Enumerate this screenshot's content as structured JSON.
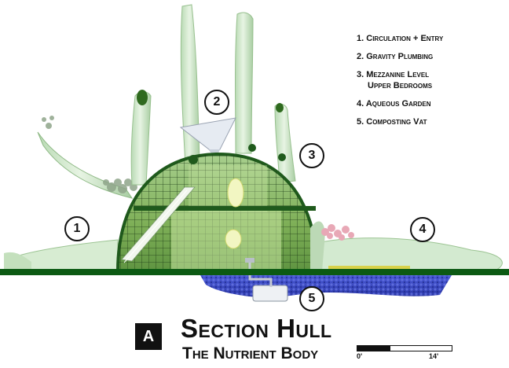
{
  "legend": {
    "items": [
      {
        "number": "1.",
        "label": "Circulation + Entry"
      },
      {
        "number": "2.",
        "label": "Gravity Plumbing"
      },
      {
        "number": "3.",
        "label": "Mezzanine Level",
        "label2": "Upper Bedrooms"
      },
      {
        "number": "4.",
        "label": "Aqueous Garden"
      },
      {
        "number": "5.",
        "label": "Composting Vat"
      }
    ]
  },
  "callouts": [
    "1",
    "2",
    "3",
    "4",
    "5"
  ],
  "section_badge": "A",
  "title": "Section Hull",
  "subtitle": "The Nutrient Body",
  "scale": {
    "start": "0'",
    "end": "14'"
  },
  "colors": {
    "hull": "#cde8c9",
    "dark_green": "#1f5a1c",
    "ground": "#0c5a13",
    "water": "#3646c8",
    "yellow": "#d8d24a",
    "pink": "#e5a7b5"
  }
}
